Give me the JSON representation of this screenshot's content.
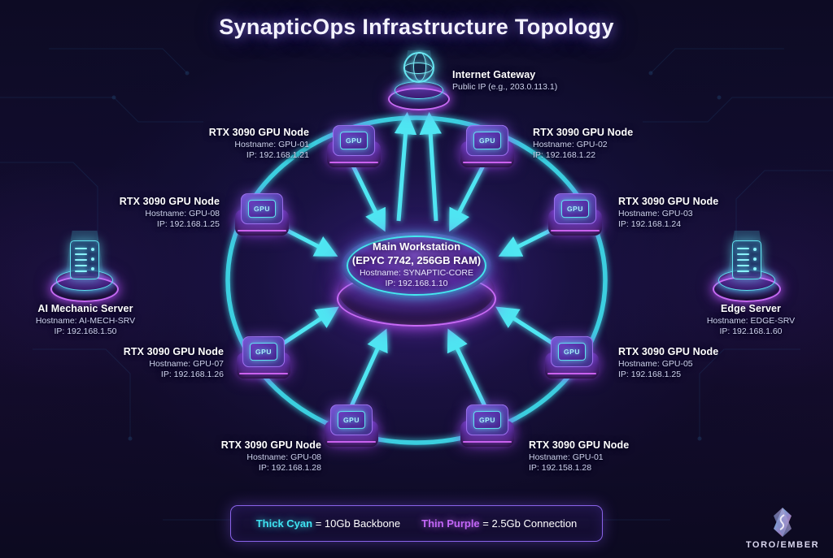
{
  "title": "SynapticOps Infrastructure Topology",
  "gateway": {
    "icon": "globe-icon",
    "name": "Internet Gateway",
    "detail": "Public IP (e.g., 203.0.113.1)"
  },
  "center": {
    "name": "Main Workstation",
    "spec": "(EPYC 7742, 256GB RAM)",
    "hostname": "Hostname: SYNAPTIC-CORE",
    "ip": "IP: 192.168.1.10"
  },
  "side_servers": [
    {
      "key": "ai-mechanic-server",
      "icon": "server-tower-icon",
      "name": "AI Mechanic Server",
      "hostname": "Hostname: AI-MECH-SRV",
      "ip": "IP: 192.168.1.50"
    },
    {
      "key": "edge-server",
      "icon": "server-tower-icon",
      "name": "Edge Server",
      "hostname": "Hostname: EDGE-SRV",
      "ip": "IP: 192.168.1.60"
    }
  ],
  "gpu_nodes": [
    {
      "key": "gpu-node-top-left",
      "name": "RTX 3090 GPU Node",
      "hostname": "Hostname: GPU-01",
      "ip": "IP: 192.168.1.21",
      "chip_label": "GPU"
    },
    {
      "key": "gpu-node-top-right",
      "name": "RTX 3090 GPU Node",
      "hostname": "Hostname: GPU-02",
      "ip": "IP: 192.168.1.22",
      "chip_label": "GPU"
    },
    {
      "key": "gpu-node-upper-left",
      "name": "RTX 3090 GPU Node",
      "hostname": "Hostname: GPU-08",
      "ip": "IP: 192.168.1.25",
      "chip_label": "GPU"
    },
    {
      "key": "gpu-node-upper-right",
      "name": "RTX 3090 GPU Node",
      "hostname": "Hostname: GPU-03",
      "ip": "IP: 192.168.1.24",
      "chip_label": "GPU"
    },
    {
      "key": "gpu-node-lower-left",
      "name": "RTX 3090 GPU Node",
      "hostname": "Hostname: GPU-07",
      "ip": "IP: 192.168.1.26",
      "chip_label": "GPU"
    },
    {
      "key": "gpu-node-lower-right",
      "name": "RTX 3090 GPU Node",
      "hostname": "Hostname: GPU-05",
      "ip": "IP: 192.168.1.25",
      "chip_label": "GPU"
    },
    {
      "key": "gpu-node-bottom-left",
      "name": "RTX 3090 GPU Node",
      "hostname": "Hostname: GPU-08",
      "ip": "IP: 192.168.1.28",
      "chip_label": "GPU"
    },
    {
      "key": "gpu-node-bottom-right",
      "name": "RTX 3090 GPU Node",
      "hostname": "Hostname: GPU-01",
      "ip": "IP: 192.158.1.28",
      "chip_label": "GPU"
    }
  ],
  "legend": {
    "thick_key": "Thick Cyan",
    "thick_value": "= 10Gb Backbone",
    "thin_key": "Thin Purple",
    "thin_value": "= 2.5Gb Connection"
  },
  "brand": {
    "wordmark": "TORO/EMBER"
  },
  "colors": {
    "cyan": "#3fe4f2",
    "purple": "#c266f7",
    "background": "#0d0b24",
    "hub_purple": "#5a2f9e"
  }
}
